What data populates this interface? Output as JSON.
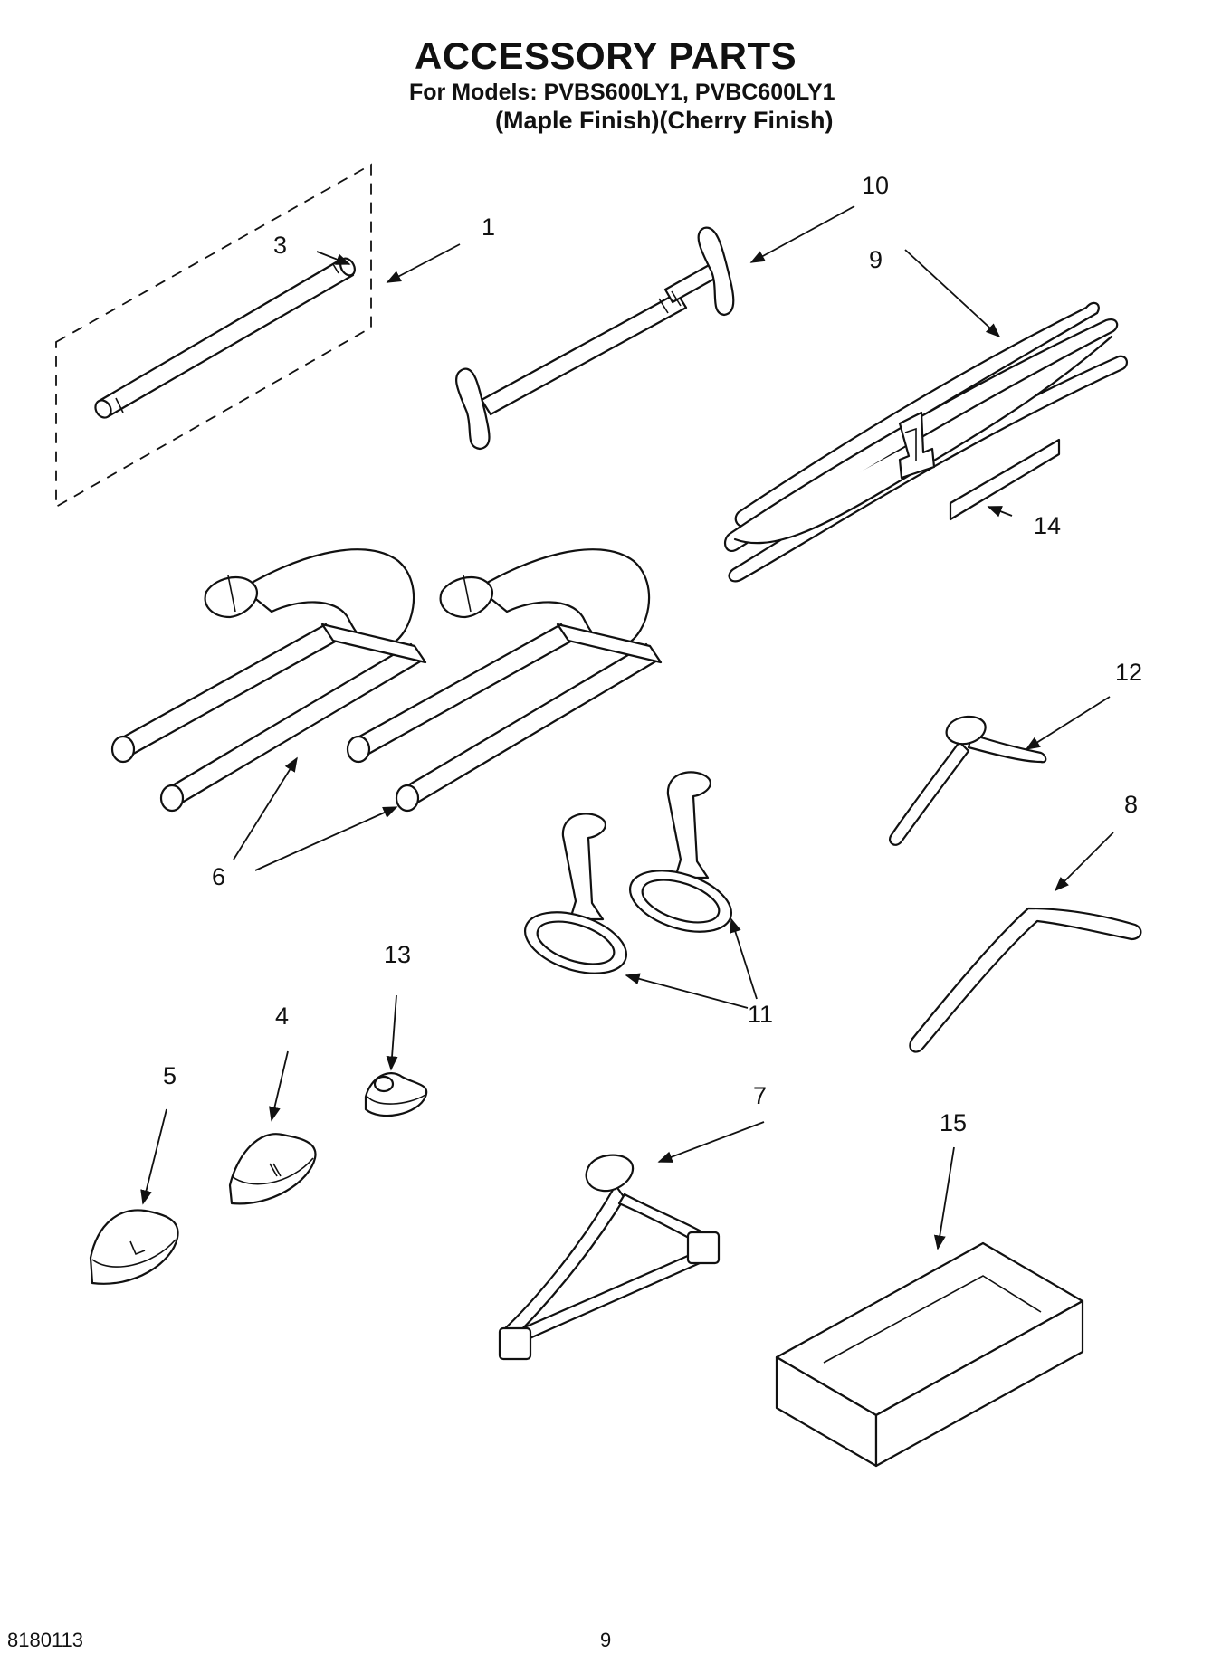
{
  "header": {
    "title": "ACCESSORY PARTS",
    "models": "For Models: PVBS600LY1, PVBC600LY1",
    "finish": "(Maple Finish)(Cherry Finish)"
  },
  "callouts": {
    "c1": "1",
    "c3": "3",
    "c10": "10",
    "c9": "9",
    "c14": "14",
    "c12": "12",
    "c6": "6",
    "c8": "8",
    "c13": "13",
    "c4": "4",
    "c11": "11",
    "c5": "5",
    "c7": "7",
    "c15": "15"
  },
  "footer": {
    "doc_number": "8180113",
    "page_number": "9"
  }
}
